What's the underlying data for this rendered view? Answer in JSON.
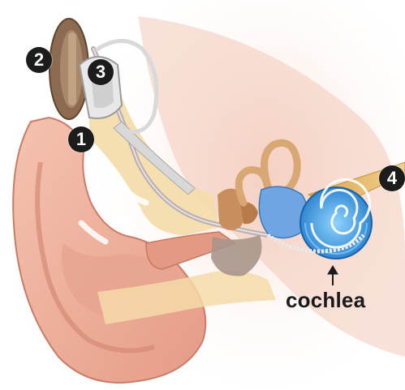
{
  "markers": [
    {
      "id": "1",
      "label": "1"
    },
    {
      "id": "2",
      "label": "2"
    },
    {
      "id": "3",
      "label": "3"
    },
    {
      "id": "4",
      "label": "4"
    }
  ],
  "cochlea_label": "cochlea",
  "colors": {
    "skin": "#f0b5a2",
    "skin_shadow": "#d98e78",
    "cochlea_blue": "#2e8fd8",
    "marker_bg": "#1c1c1c",
    "processor": "#8a6a4e",
    "coil": "#e0e0e0",
    "nerve": "#e6b86a"
  }
}
